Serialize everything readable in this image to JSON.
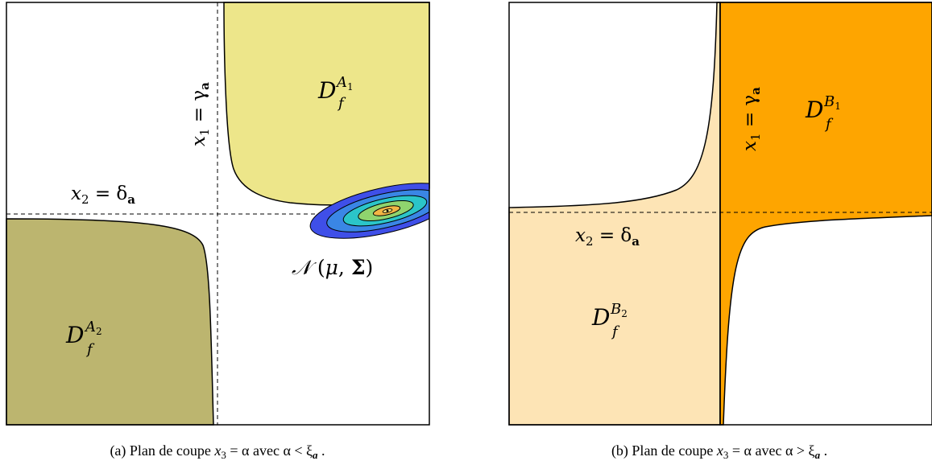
{
  "panel_a": {
    "vertical_line_label": {
      "main": "x",
      "sub": "1",
      "rest": " = γ",
      "sub2": "a"
    },
    "horizontal_line_label": {
      "main": "x",
      "sub": "2",
      "rest": " = δ",
      "sub2": "a"
    },
    "region_upper": {
      "main": "D",
      "sup": "A",
      "supsub": "1",
      "sub": "f"
    },
    "region_lower": {
      "main": "D",
      "sup": "A",
      "supsub": "2",
      "sub": "f"
    },
    "gaussian_label": {
      "n": "𝒩",
      "open": " (",
      "mu": "μ",
      "comma": ", ",
      "sigma": "Σ",
      "close": ")"
    },
    "caption": {
      "prefix": "(a) Plan de coupe ",
      "var": "x",
      "sub": "3",
      "cond": " = α avec α < ξ",
      "xi_sub": "a",
      "end": " ."
    },
    "colors": {
      "upper": "#ede68a",
      "lower": "#bcb56f",
      "contours": [
        "#3f4fe8",
        "#3a86e5",
        "#2bc5c8",
        "#8fd46e",
        "#f2b544"
      ]
    }
  },
  "panel_b": {
    "vertical_line_label": {
      "main": "x",
      "sub": "1",
      "rest": " = γ",
      "sub2": "a"
    },
    "horizontal_line_label": {
      "main": "x",
      "sub": "2",
      "rest": " = δ",
      "sub2": "a"
    },
    "region_right": {
      "main": "D",
      "sup": "B",
      "supsub": "1",
      "sub": "f"
    },
    "region_left": {
      "main": "D",
      "sup": "B",
      "supsub": "2",
      "sub": "f"
    },
    "caption": {
      "prefix": "(b) Plan de coupe ",
      "var": "x",
      "sub": "3",
      "cond": " = α avec α > ξ",
      "xi_sub": "a",
      "end": " ."
    },
    "colors": {
      "right": "#fea500",
      "left": "#fde4b5"
    }
  }
}
